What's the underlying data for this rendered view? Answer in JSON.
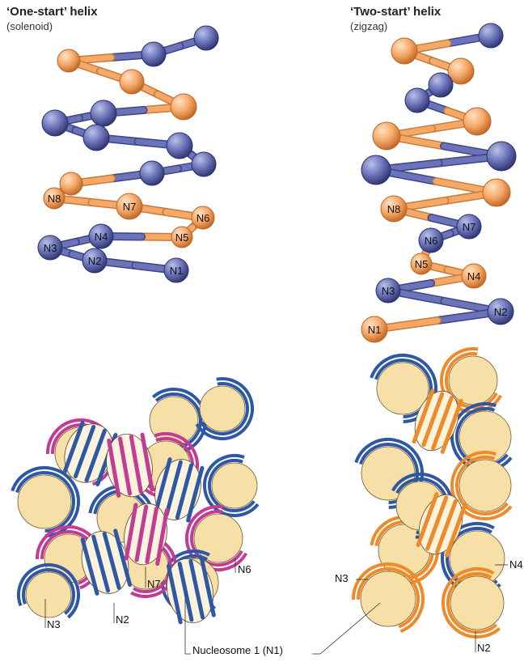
{
  "left_panel": {
    "title": "‘One-start’ helix",
    "subtitle": "(solenoid)",
    "model_labels": [
      "N1",
      "N2",
      "N3",
      "N4",
      "N5",
      "N6",
      "N7",
      "N8"
    ],
    "fiber_labels": [
      "N3",
      "N2",
      "N7",
      "N6"
    ]
  },
  "right_panel": {
    "title": "‘Two-start’ helix",
    "subtitle": "(zigzag)",
    "model_labels": [
      "N1",
      "N2",
      "N3",
      "N4",
      "N5",
      "N6",
      "N7",
      "N8"
    ],
    "fiber_labels": [
      "N3",
      "N4",
      "N2"
    ]
  },
  "shared_label": "Nucleosome 1 (N1)",
  "colors": {
    "blue_node": "#6b74b8",
    "orange_node": "#f5a968",
    "nucleosome_fill": "#f7dfa8",
    "dna_blue": "#2e57a6",
    "dna_magenta": "#c23b94",
    "dna_orange": "#ee8a2a"
  }
}
